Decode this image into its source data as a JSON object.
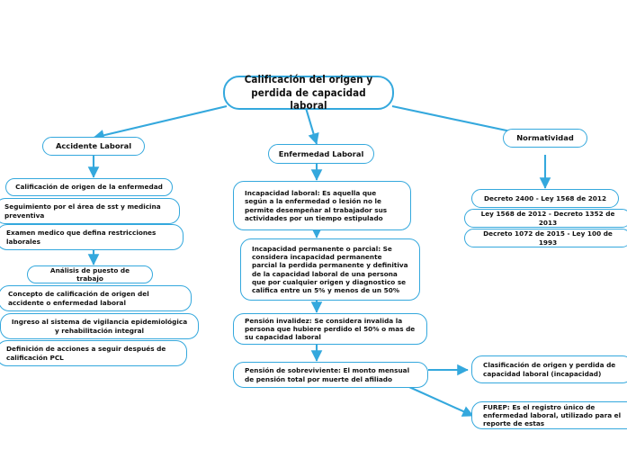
{
  "diagram": {
    "type": "mind-map",
    "title": "Calificación del origen y perdida de capacidad laboral",
    "accent_color": "#34a8dd",
    "background_color": "#ffffff",
    "text_color": "#111111",
    "root": {
      "label": "Calificación del origen y perdida de capacidad laboral"
    },
    "branches": [
      {
        "label": "Accidente Laboral"
      },
      {
        "label": "Enfermedad Laboral"
      },
      {
        "label": "Normatividad"
      }
    ],
    "left_column": [
      {
        "label": "Calificación de origen de la enfermedad"
      },
      {
        "label": "Seguimiento por el área de sst y medicina preventiva"
      },
      {
        "label": "Examen medico que defina restricciones laborales"
      },
      {
        "label": "Análisis de puesto de trabajo"
      },
      {
        "label": "Concepto de calificación de origen del accidente o enfermedad laboral"
      },
      {
        "label": "Ingreso al sistema de vigilancia epidemiológica y rehabilitación integral"
      },
      {
        "label": "Definición de acciones a seguir después de calificación PCL"
      }
    ],
    "center_column": [
      {
        "label": "Incapacidad laboral: Es aquella que según a la enfermedad o lesión no le permite desempeñar al trabajador sus actividades por un tiempo estipulado"
      },
      {
        "label": "Incapacidad permanente o parcial: Se considera incapacidad permanente parcial la perdida permanente y definitiva de la capacidad laboral de una persona que por cualquier origen y diagnostico se califica entre un 5% y menos de un 50%"
      },
      {
        "label": "Pensión invalidez: Se considera invalida la persona que hubiere perdido el 50% o mas de su capacidad laboral"
      },
      {
        "label": "Pensión de sobreviviente: El monto mensual de pensión total por muerte del afiliado"
      }
    ],
    "right_column": [
      {
        "label": "Decreto 2400 - Ley 1568 de 2012"
      },
      {
        "label": "Ley 1568 de 2012 - Decreto 1352 de 2013"
      },
      {
        "label": "Decreto 1072 de 2015 - Ley 100 de 1993"
      }
    ],
    "right_bottom_column": [
      {
        "label": "Clasificación de origen y perdida de capacidad laboral (incapacidad)"
      },
      {
        "label": "FUREP: Es el registro único de enfermedad laboral, utilizado para el reporte de estas"
      }
    ]
  }
}
